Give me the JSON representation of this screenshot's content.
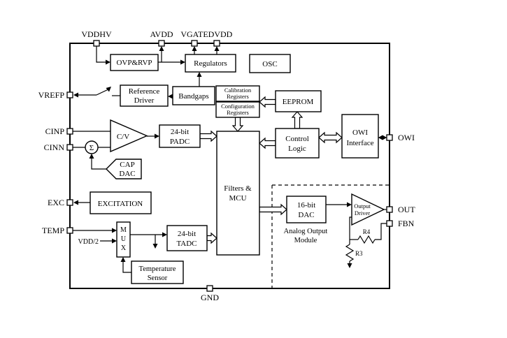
{
  "pins": {
    "vddhv": "VDDHV",
    "avdd": "AVDD",
    "vgate": "VGATE",
    "dvdd": "DVDD",
    "vrefp": "VREFP",
    "cinp": "CINP",
    "cinn": "CINN",
    "exc": "EXC",
    "temp": "TEMP",
    "owi": "OWI",
    "out": "OUT",
    "fbn": "FBN",
    "gnd": "GND",
    "vdd_half": "VDD/2"
  },
  "blocks": {
    "ovp_rvp": {
      "label": "OVP&RVP"
    },
    "regulators": {
      "label": "Regulators"
    },
    "osc": {
      "label": "OSC"
    },
    "reference_driver": {
      "line1": "Reference",
      "line2": "Driver"
    },
    "bandgaps": {
      "label": "Bandgaps"
    },
    "calibration_registers": {
      "line1": "Calibration",
      "line2": "Registers"
    },
    "configuration_registers": {
      "line1": "Configuration",
      "line2": "Registers"
    },
    "eeprom": {
      "label": "EEPROM"
    },
    "cv_amp": {
      "label": "C/V"
    },
    "padc": {
      "line1": "24-bit",
      "line2": "PADC"
    },
    "filters_mcu": {
      "line1": "Filters &",
      "line2": "MCU"
    },
    "control_logic": {
      "line1": "Control",
      "line2": "Logic"
    },
    "owi_interface": {
      "line1": "OWI",
      "line2": "Interface"
    },
    "cap_dac": {
      "line1": "CAP",
      "line2": "DAC"
    },
    "summer": {
      "label": "Σ"
    },
    "excitation": {
      "label": "EXCITATION"
    },
    "mux": {
      "l1": "M",
      "l2": "U",
      "l3": "X"
    },
    "tadc": {
      "line1": "24-bit",
      "line2": "TADC"
    },
    "temperature_sensor": {
      "line1": "Temperature",
      "line2": "Sensor"
    },
    "dac16": {
      "line1": "16-bit",
      "line2": "DAC"
    },
    "output_driver": {
      "line1": "Output",
      "line2": "Driver"
    },
    "analog_output_module": {
      "line1": "Analog Output",
      "line2": "Module"
    }
  },
  "components": {
    "r3": "R3",
    "r4": "R4"
  }
}
